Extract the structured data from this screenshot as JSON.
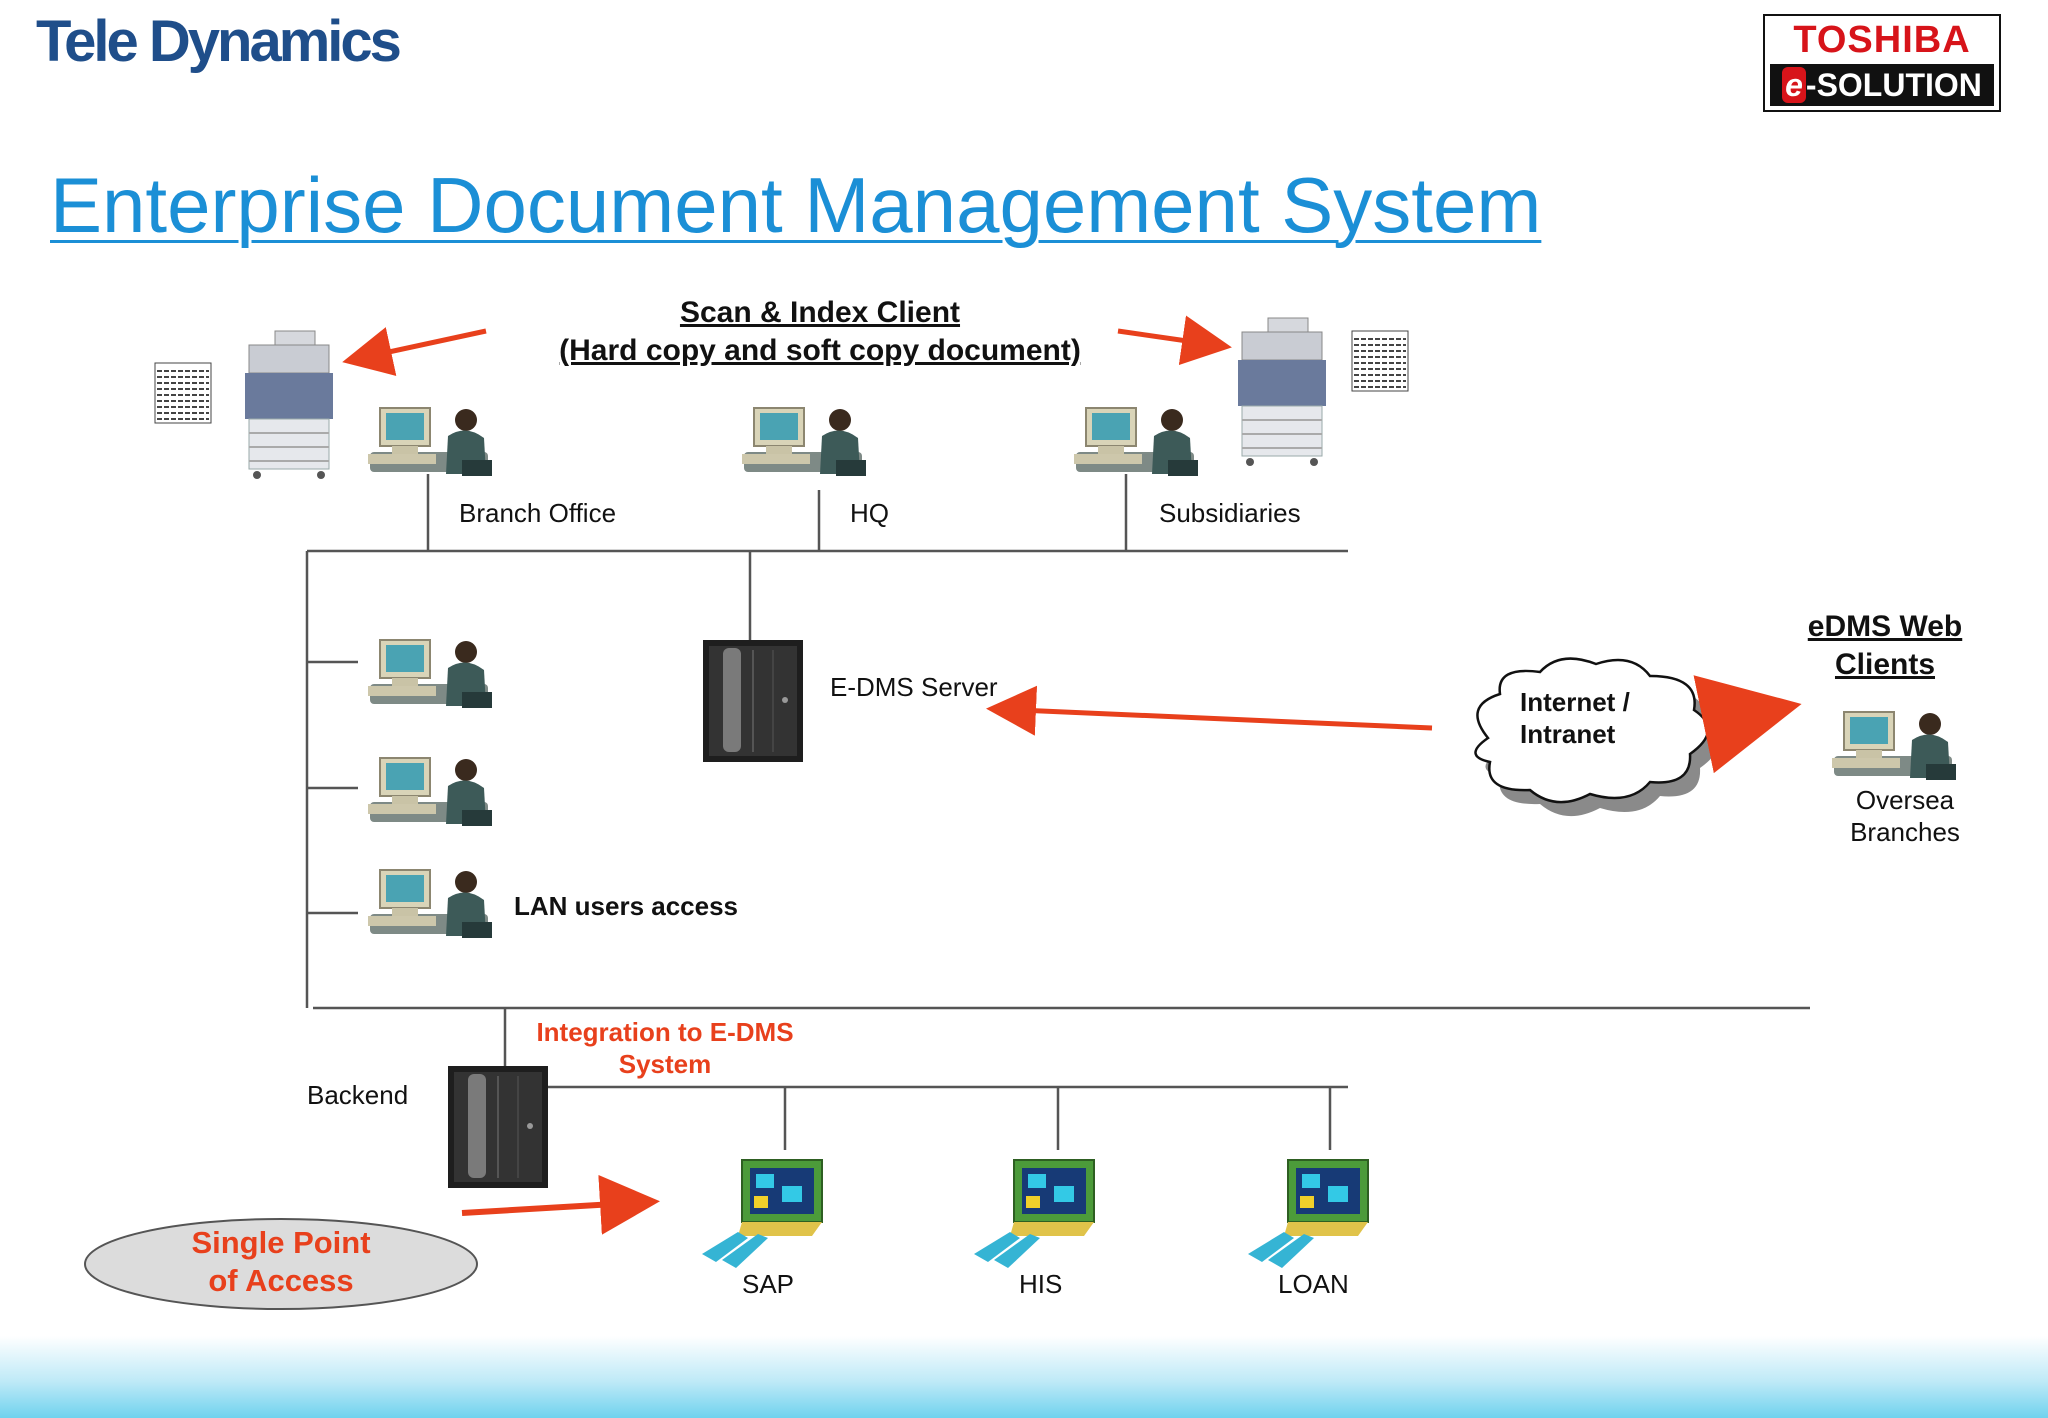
{
  "header": {
    "brand": "Tele Dynamics",
    "logo_top": "TOSHIBA",
    "logo_e": "e",
    "logo_rest": "-SOLUTION"
  },
  "title": "Enterprise Document Management System",
  "diagram": {
    "scan_heading_line1": "Scan & Index Client",
    "scan_heading_line2": "(Hard copy and soft copy document)",
    "branch_office": "Branch Office",
    "hq": "HQ",
    "subsidiaries": "Subsidiaries",
    "edms_server": "E-DMS Server",
    "lan_users": "LAN users access",
    "cloud_line1": "Internet /",
    "cloud_line2": "Intranet",
    "web_clients_line1": "eDMS Web",
    "web_clients_line2": "Clients",
    "oversea_line1": "Oversea",
    "oversea_line2": "Branches",
    "integration_line1": "Integration to E-DMS",
    "integration_line2": "System",
    "backend": "Backend",
    "spa_line1": "Single Point",
    "spa_line2": "of Access",
    "sap": "SAP",
    "his": "HIS",
    "loan": "LOAN"
  },
  "colors": {
    "arrow": "#e8401c",
    "title": "#1b8fd6",
    "brand": "#1f4e8a"
  }
}
